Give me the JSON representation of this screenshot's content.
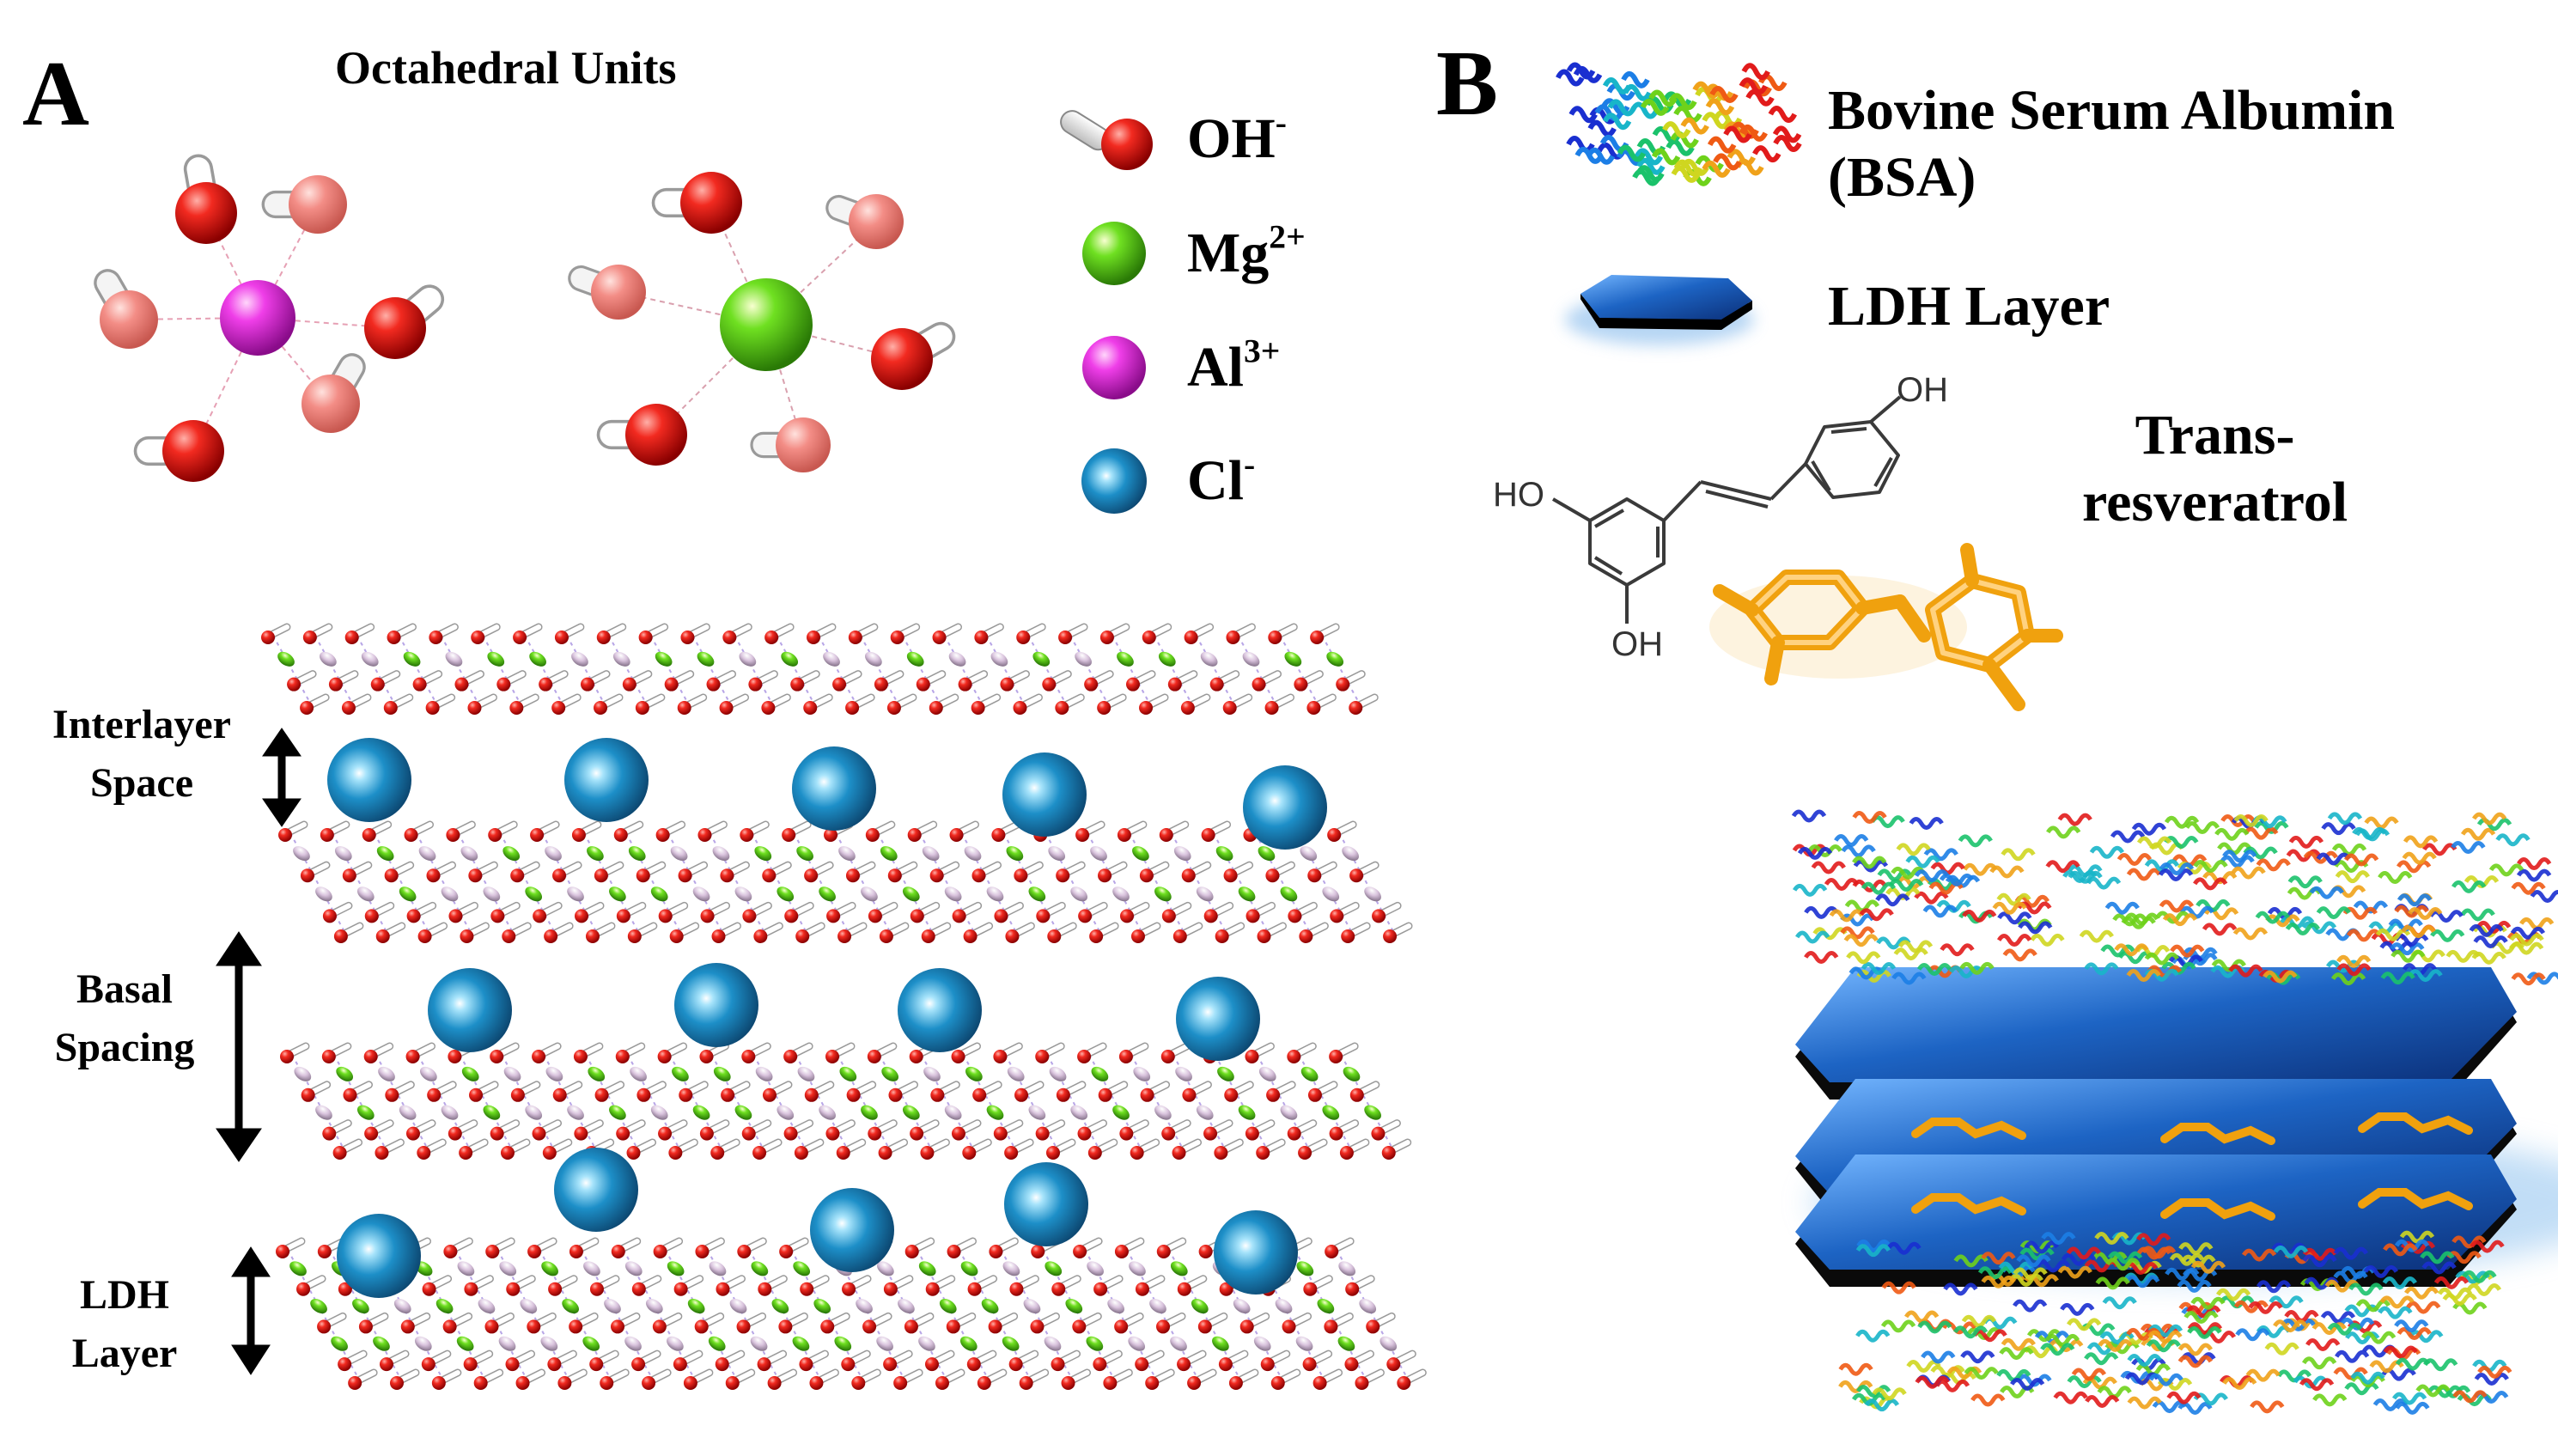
{
  "panel_a": {
    "letter": "A",
    "title": "Octahedral Units",
    "legend": [
      {
        "ion": "OH",
        "charge": "-",
        "icon": "oh-icon",
        "color": "#e8101a"
      },
      {
        "ion": "Mg",
        "charge": "2+",
        "icon": "mg-sphere-icon",
        "color": "#5fd023"
      },
      {
        "ion": "Al",
        "charge": "3+",
        "icon": "al-sphere-icon",
        "color": "#e43ce0"
      },
      {
        "ion": "Cl",
        "charge": "-",
        "icon": "cl-sphere-icon",
        "color": "#1a86c0"
      }
    ],
    "labels": {
      "interlayer": [
        "Interlayer",
        "Space"
      ],
      "basal": [
        "Basal",
        "Spacing"
      ],
      "ldh_layer": [
        "LDH",
        "Layer"
      ]
    }
  },
  "panel_b": {
    "letter": "B",
    "bsa": [
      "Bovine Serum Albumin",
      "(BSA)"
    ],
    "ldh_layer": "LDH Layer",
    "resveratrol": [
      "Trans-",
      "resveratrol"
    ],
    "structure_labels": {
      "ho": "HO",
      "oh_top": "OH",
      "oh_bottom": "OH"
    },
    "colors": {
      "ldh_blue": "#1f64c2",
      "resveratrol_orange": "#f0a10e",
      "layer_edge": "#111111"
    }
  }
}
